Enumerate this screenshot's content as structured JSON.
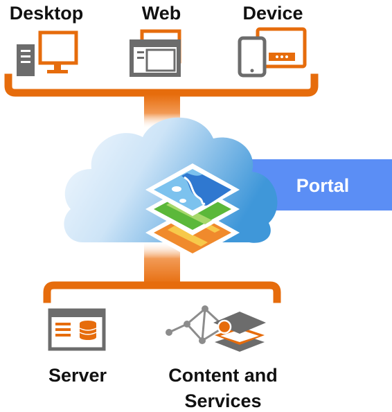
{
  "labels": {
    "desktop": "Desktop",
    "web": "Web",
    "device": "Device",
    "portal": "Portal",
    "server": "Server",
    "content_line1": "Content and",
    "content_line2": "Services"
  },
  "colors": {
    "orange": "#e66c0c",
    "gray": "#6c6c6c",
    "portal_blue": "#5b8ef5",
    "cloud_light": "#eaf4fc",
    "cloud_dark": "#3f97d9",
    "text": "#111111"
  },
  "icons": {
    "desktop": "desktop-computer-icon",
    "web": "web-browser-icon",
    "device": "mobile-device-icon",
    "map_layers": "map-layers-icon",
    "server": "server-icon",
    "content": "content-services-icon"
  }
}
